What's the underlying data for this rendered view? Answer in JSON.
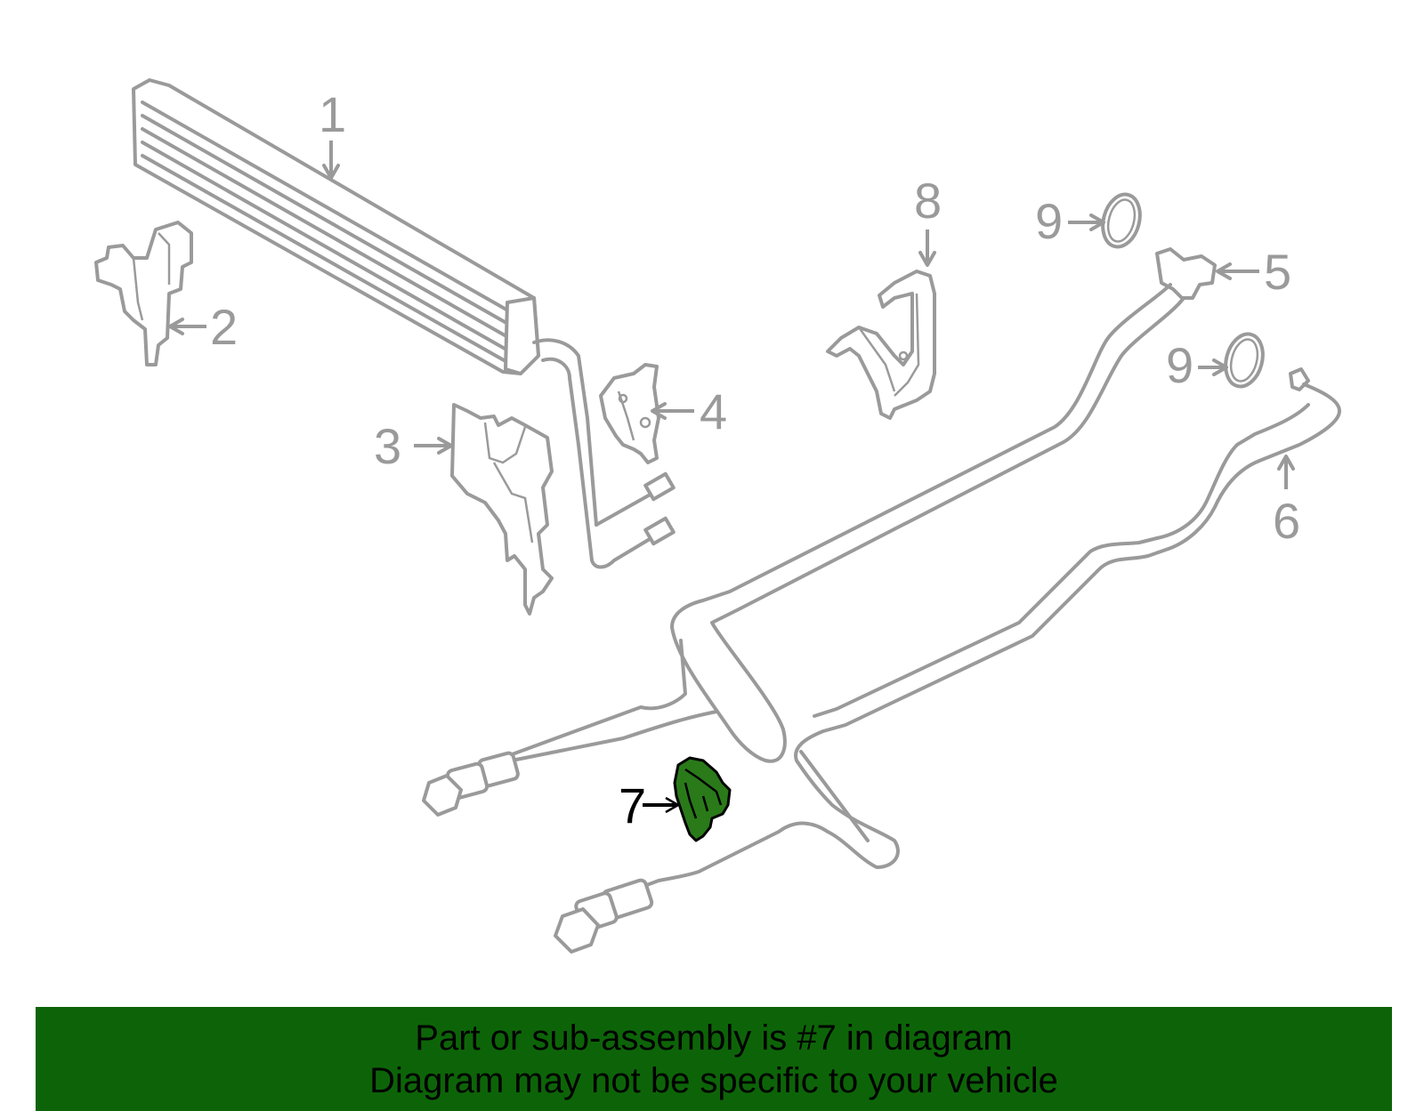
{
  "diagram": {
    "callouts": {
      "c1": "1",
      "c2": "2",
      "c3": "3",
      "c4": "4",
      "c5": "5",
      "c6": "6",
      "c7": "7",
      "c8": "8",
      "c9a": "9",
      "c9b": "9"
    },
    "highlight_color": "#2a7a1a",
    "highlighted_part": "7"
  },
  "banner": {
    "line1": "Part or sub-assembly is #7 in diagram",
    "line2": "Diagram may not be specific to your vehicle",
    "color": "#0d6408"
  }
}
